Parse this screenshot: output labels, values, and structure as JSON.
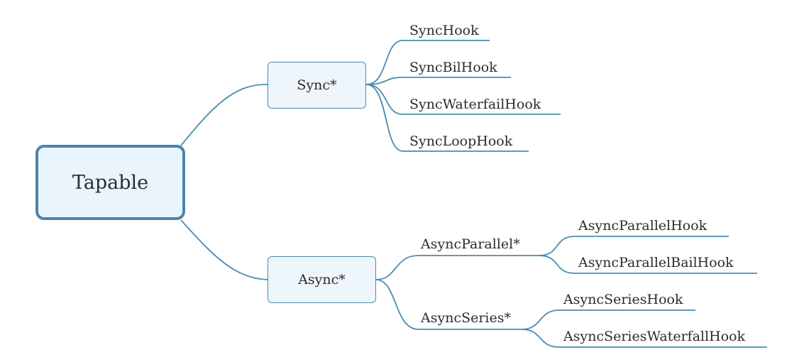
{
  "root": {
    "label": "Tapable"
  },
  "sync": {
    "label": "Sync*",
    "hooks": [
      "SyncHook",
      "SyncBilHook",
      "SyncWaterfailHook",
      "SyncLoopHook"
    ]
  },
  "async": {
    "label": "Async*",
    "parallel": {
      "label": "AsyncParallel*",
      "hooks": [
        "AsyncParallelHook",
        "AsyncParallelBailHook"
      ]
    },
    "series": {
      "label": "AsyncSeries*",
      "hooks": [
        "AsyncSeriesHook",
        "AsyncSeriesWaterfallHook"
      ]
    }
  },
  "colors": {
    "line": "#4a8cb1",
    "root_border": "#4c84ad",
    "root_fill": "#eaf4fc",
    "branch_fill": "#eef5fb",
    "text": "#2b2b2b"
  }
}
